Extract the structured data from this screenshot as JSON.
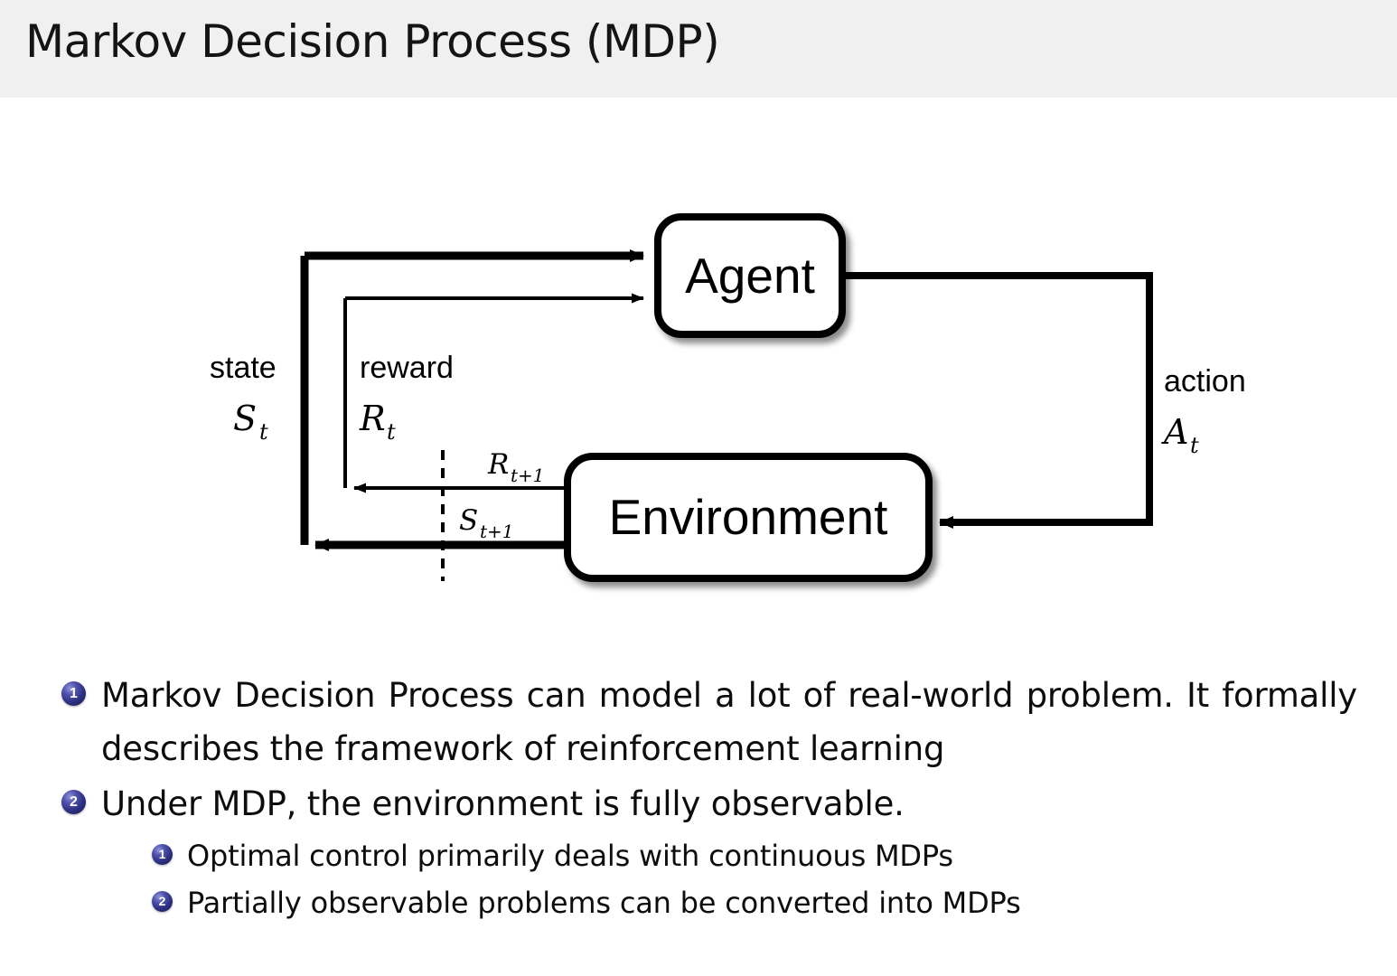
{
  "slide": {
    "title": "Markov Decision Process (MDP)",
    "header_background": "#f0f0f0",
    "background": "#ffffff",
    "bullet_color": "#2b2d7d"
  },
  "diagram": {
    "name": "agent-environment-interaction-loop",
    "nodes": [
      {
        "id": "agent",
        "label": "Agent"
      },
      {
        "id": "environment",
        "label": "Environment"
      }
    ],
    "edges": [
      {
        "id": "state",
        "word": "state",
        "symbol": "S",
        "subscript": "t",
        "from": "environment",
        "to": "agent"
      },
      {
        "id": "reward",
        "word": "reward",
        "symbol": "R",
        "subscript": "t",
        "from": "environment",
        "to": "agent"
      },
      {
        "id": "action",
        "word": "action",
        "symbol": "A",
        "subscript": "t",
        "from": "agent",
        "to": "environment"
      },
      {
        "id": "reward-next",
        "word": "",
        "symbol": "R",
        "subscript": "t+1",
        "from": "environment",
        "to": "boundary"
      },
      {
        "id": "state-next",
        "word": "",
        "symbol": "S",
        "subscript": "t+1",
        "from": "environment",
        "to": "boundary"
      }
    ]
  },
  "bullets": [
    {
      "number": "1",
      "text": "Markov Decision Process can model a lot of real-world problem. It formally describes the framework of reinforcement learning",
      "children": []
    },
    {
      "number": "2",
      "text": "Under MDP, the environment is fully observable.",
      "children": [
        {
          "number": "1",
          "text": "Optimal control primarily deals with continuous MDPs"
        },
        {
          "number": "2",
          "text": "Partially observable problems can be converted into MDPs"
        }
      ]
    }
  ]
}
